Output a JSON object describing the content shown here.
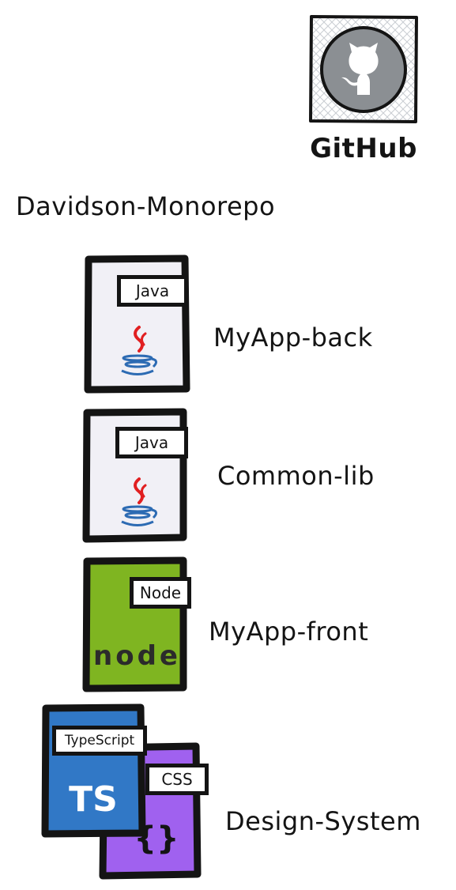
{
  "github": {
    "label": "GitHub",
    "icon": "github-octocat-icon",
    "colors": {
      "circle": "#8b8f93",
      "hatch": "#c9cdd2"
    }
  },
  "repo": {
    "title": "Davidson-Monorepo"
  },
  "projects": [
    {
      "name": "MyApp-back",
      "tag": "Java",
      "icon": "java-cup-icon",
      "color": "#f1f0f6"
    },
    {
      "name": "Common-lib",
      "tag": "Java",
      "icon": "java-cup-icon",
      "color": "#f1f0f6"
    },
    {
      "name": "MyApp-front",
      "tag": "Node",
      "icon": "node-logo",
      "logo_text": "node",
      "color": "#7fb521"
    },
    {
      "name": "Design-System",
      "files": [
        {
          "tag": "TypeScript",
          "icon": "ts-logo",
          "logo_text": "TS",
          "color": "#3178c6"
        },
        {
          "tag": "CSS",
          "icon": "css-braces-icon",
          "logo_text": "{}",
          "color": "#a061ef"
        }
      ]
    }
  ]
}
